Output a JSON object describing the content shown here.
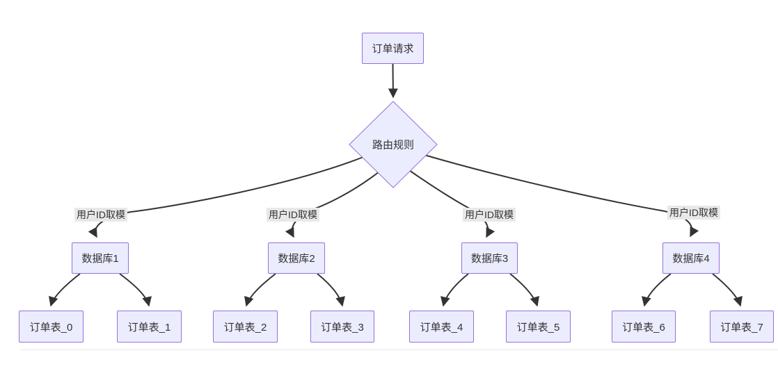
{
  "diagram": {
    "type": "flowchart",
    "nodes": {
      "root": {
        "label": "订单请求",
        "shape": "rect"
      },
      "decision": {
        "label": "路由规则",
        "shape": "diamond"
      },
      "databases": [
        {
          "label": "数据库1"
        },
        {
          "label": "数据库2"
        },
        {
          "label": "数据库3"
        },
        {
          "label": "数据库4"
        }
      ],
      "tables": [
        {
          "label": "订单表_0"
        },
        {
          "label": "订单表_1"
        },
        {
          "label": "订单表_2"
        },
        {
          "label": "订单表_3"
        },
        {
          "label": "订单表_4"
        },
        {
          "label": "订单表_5"
        },
        {
          "label": "订单表_6"
        },
        {
          "label": "订单表_7"
        }
      ]
    },
    "edge_labels": [
      {
        "text": "用户ID取模"
      },
      {
        "text": "用户ID取模"
      },
      {
        "text": "用户ID取模"
      },
      {
        "text": "用户ID取模"
      }
    ],
    "colors": {
      "node_fill": "#ECECFF",
      "node_border": "#9370DB",
      "edge": "#333333",
      "edge_label_bg": "#e8e8e8",
      "text": "#333333",
      "background": "#ffffff"
    }
  }
}
